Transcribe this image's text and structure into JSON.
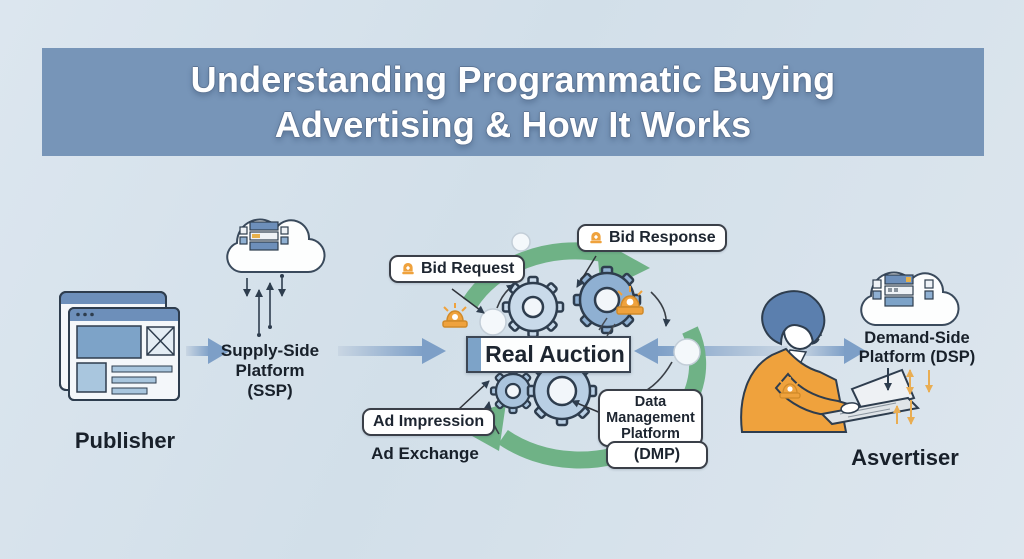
{
  "title": {
    "line1": "Understanding Programmatic Buying",
    "line2": "Advertising & How It Works"
  },
  "flow": {
    "publisher": {
      "label": "Publisher"
    },
    "ssp": {
      "line1": "Supply-Side",
      "line2": "Platform",
      "line3": "(SSP)"
    },
    "auction": {
      "label": "Real Auction"
    },
    "exchange": {
      "label": "Ad Exchange"
    },
    "dsp": {
      "line1": "Demand-Side",
      "line2": "Platform (DSP)"
    },
    "advertiser": {
      "label": "Asvertiser"
    }
  },
  "callouts": {
    "bid_request": "Bid Request",
    "bid_response": "Bid Response",
    "ad_impression": "Ad Impression",
    "dmp_line1": "Data",
    "dmp_line2": "Management",
    "dmp_line3": "Platform",
    "dmp_sub": "(DMP)"
  },
  "icons": {
    "bid_request_icon": "bell-icon",
    "bid_response_icon": "bell-icon",
    "publisher_icon": "browser-window-icon",
    "ssp_icon": "cloud-server-icon",
    "dsp_icon": "cloud-server-icon",
    "auction_icon": "gears-cycle-icon",
    "advertiser_icon": "person-at-laptop-icon"
  },
  "colors": {
    "banner": "#7795b8",
    "background": "#d6e1eb",
    "arrow_blue": "#7d9fc7",
    "cycle_green": "#6fb286",
    "gear_light": "#c9daea",
    "gear_medium": "#8fb0d2",
    "accent_orange": "#efa23d",
    "outline_dark": "#2e3d4e",
    "text_dark": "#18202a"
  }
}
